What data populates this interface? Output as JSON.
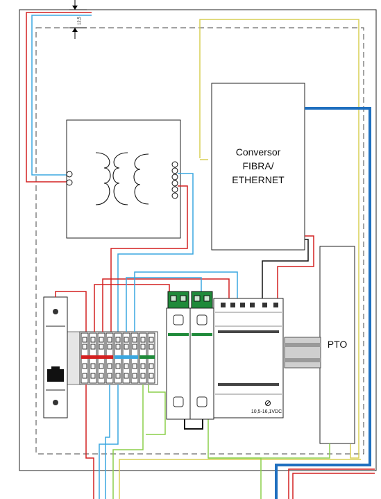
{
  "dimension": {
    "value": "12,5"
  },
  "converter": {
    "line1": "Conversor",
    "line2": "FIBRA/",
    "line3": "ETHERNET"
  },
  "pto": {
    "label": "PTO"
  },
  "power_supply": {
    "voltage": "10,5-16,1VDC"
  },
  "colors": {
    "wire_red": "#d42020",
    "wire_blue": "#3aa7e0",
    "wire_yellow": "#d8cf55",
    "wire_green": "#8ccf4a",
    "wire_black": "#111111",
    "fiber_blue": "#1f6fbf",
    "terminal_green": "#1f8a3a"
  }
}
